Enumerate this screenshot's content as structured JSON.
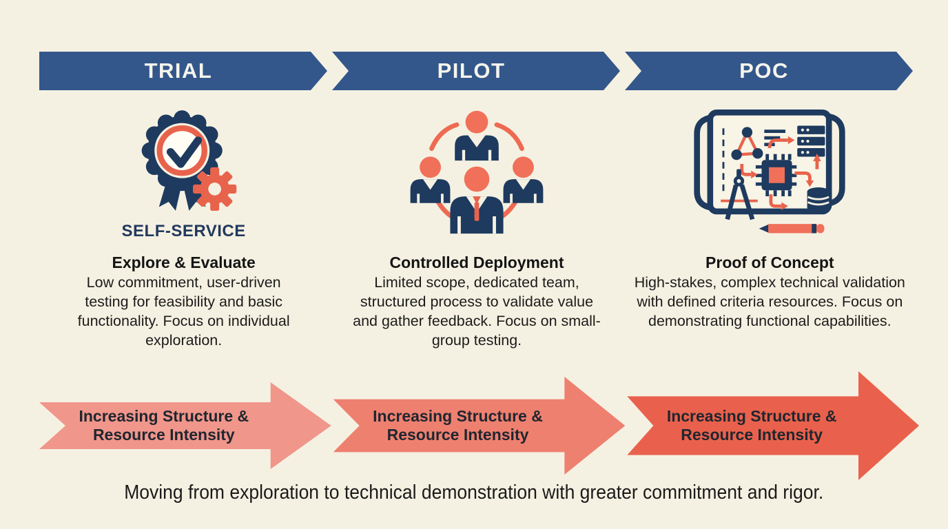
{
  "banner": {
    "stages": [
      {
        "label": "TRIAL"
      },
      {
        "label": "PILOT"
      },
      {
        "label": "POC"
      }
    ]
  },
  "columns": [
    {
      "id": "trial",
      "icon": "badge-check-gear-icon",
      "icon_caption": "SELF-SERVICE",
      "title": "Explore & Evaluate",
      "description": "Low commitment, user-driven testing for feasibility and basic functionality. Focus on individual exploration."
    },
    {
      "id": "pilot",
      "icon": "team-network-icon",
      "title": "Controlled Deployment",
      "description": "Limited scope, dedicated team, structured process to validate value and gather feedback. Focus on small-group testing."
    },
    {
      "id": "poc",
      "icon": "blueprint-schematic-icon",
      "title": "Proof of Concept",
      "description": "High-stakes, complex technical validation with defined criteria resources. Focus on demonstrating functional capabilities."
    }
  ],
  "arrows": [
    {
      "label_top": "Increasing Structure &",
      "label_bottom": "Resource Intensity",
      "color": "#f0968b"
    },
    {
      "label_top": "Increasing Structure &",
      "label_bottom": "Resource Intensity",
      "color": "#ee8070"
    },
    {
      "label_top": "Increasing Structure &",
      "label_bottom": "Resource Intensity",
      "color": "#e9614c"
    }
  ],
  "footer": {
    "caption": "Moving from exploration to technical demonstration with greater commitment and rigor."
  },
  "colors": {
    "background": "#f5f1e2",
    "banner_blue": "#33578b",
    "banner_text": "#f6f4ec",
    "icon_navy": "#1e3a5f",
    "icon_coral": "#e8634c",
    "icon_salmon": "#f17059",
    "arrow_text": "#20262f",
    "body_text": "#1b1b1b"
  }
}
